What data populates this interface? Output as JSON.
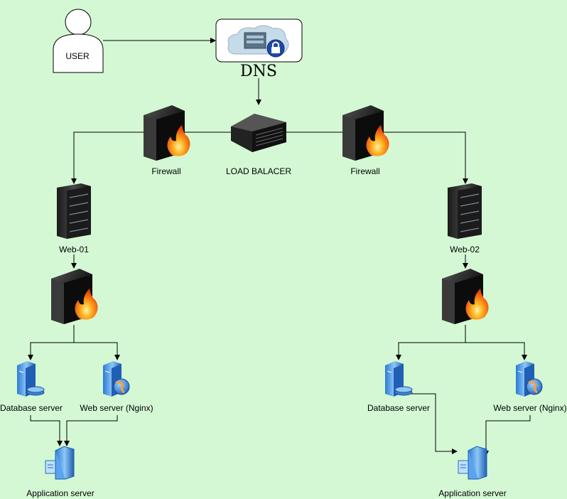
{
  "diagram": {
    "user": {
      "label": "USER"
    },
    "dns": {
      "label": "DNS"
    },
    "load_balancer": {
      "label": "LOAD BALACER"
    },
    "firewall_left": {
      "label": "Firewall"
    },
    "firewall_right": {
      "label": "Firewall"
    },
    "web_left": {
      "label": "Web-01"
    },
    "web_right": {
      "label": "Web-02"
    },
    "db_left": {
      "label": "Database server"
    },
    "db_right": {
      "label": "Database server"
    },
    "nginx_left": {
      "label": "Web server (Nginx)"
    },
    "nginx_right": {
      "label": "Web server (Nginx)"
    },
    "app_left": {
      "label": "Application server"
    },
    "app_right": {
      "label": "Application server"
    }
  },
  "colors": {
    "background": "#d4f8d4",
    "edge": "#000000"
  }
}
